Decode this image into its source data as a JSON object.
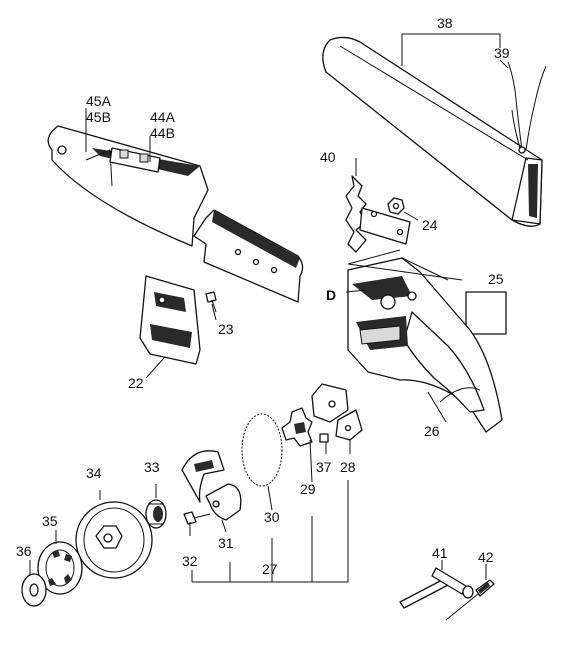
{
  "labels": {
    "p38": "38",
    "p39": "39",
    "p45a": "45A",
    "p45b": "45B",
    "p44a": "44A",
    "p44b": "44B",
    "p40": "40",
    "p24": "24",
    "p25": "25",
    "pD": "D",
    "p23": "23",
    "p22": "22",
    "p26": "26",
    "p34": "34",
    "p33": "33",
    "p35": "35",
    "p36": "36",
    "p32": "32",
    "p31": "31",
    "p30": "30",
    "p29": "29",
    "p37": "37",
    "p28": "28",
    "p27": "27",
    "p41": "41",
    "p42": "42"
  }
}
